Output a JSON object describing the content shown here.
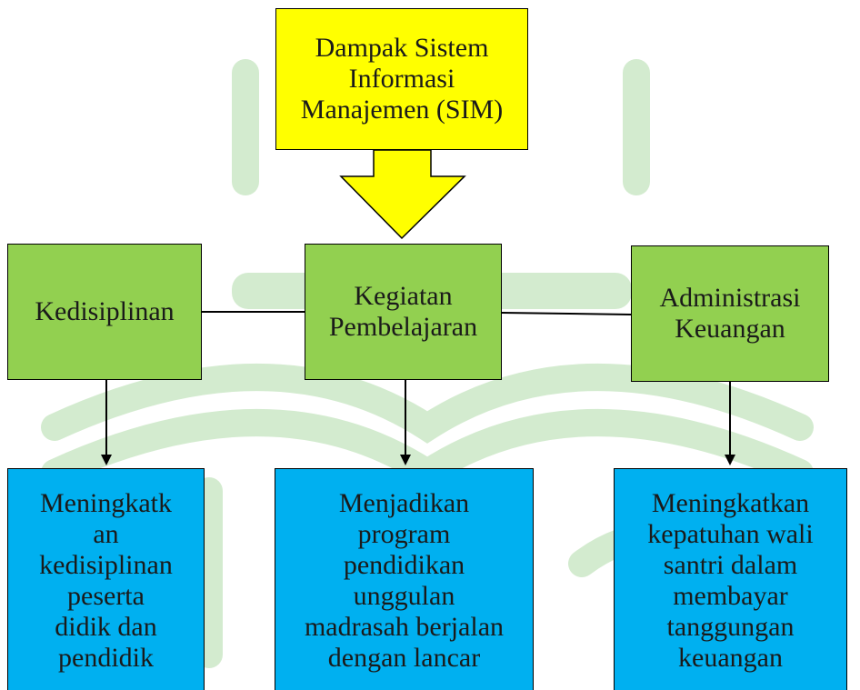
{
  "colors": {
    "top": "#ffff00",
    "middle": "#92d050",
    "bottom": "#00b0f0",
    "watermark": "#c6e6c2"
  },
  "top_box": {
    "label": "Dampak Sistem\nInformasi\nManajemen (SIM)"
  },
  "middle": [
    {
      "label": "Kedisiplinan"
    },
    {
      "label": "Kegiatan\nPembelajaran"
    },
    {
      "label": "Administrasi\nKeuangan"
    }
  ],
  "bottom": [
    {
      "label": "Meningkatk\nan\nkedisiplinan\npeserta\ndidik dan\npendidik"
    },
    {
      "label": "Menjadikan\nprogram\npendidikan\nunggulan\nmadrasah berjalan\ndengan lancar"
    },
    {
      "label": "Meningkatkan\nkepatuhan wali\nsantri dalam\nmembayar\ntanggungan\nkeuangan"
    }
  ]
}
